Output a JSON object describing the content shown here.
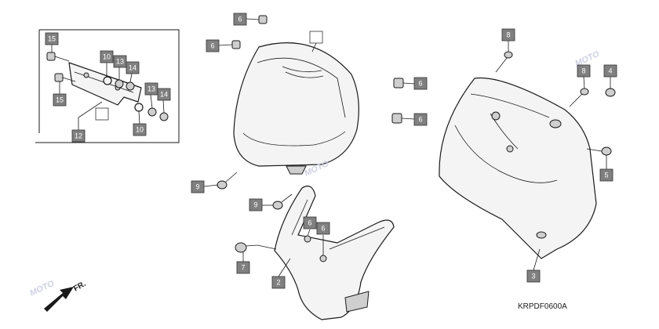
{
  "diagram_code": "KRPDF0600A",
  "direction_label": "FR.",
  "watermark_text": "MOTO",
  "callouts": [
    {
      "id": "c15a",
      "text": "15"
    },
    {
      "id": "c15b",
      "text": "15"
    },
    {
      "id": "c10a",
      "text": "10"
    },
    {
      "id": "c13a",
      "text": "13"
    },
    {
      "id": "c14a",
      "text": "14"
    },
    {
      "id": "c13b",
      "text": "13"
    },
    {
      "id": "c14b",
      "text": "14"
    },
    {
      "id": "c10b",
      "text": "10"
    },
    {
      "id": "c12",
      "text": "12"
    },
    {
      "id": "c6a",
      "text": "6"
    },
    {
      "id": "c6b",
      "text": "6"
    },
    {
      "id": "c9a",
      "text": "9"
    },
    {
      "id": "c9b",
      "text": "9"
    },
    {
      "id": "c6c",
      "text": "6"
    },
    {
      "id": "c6d",
      "text": "6"
    },
    {
      "id": "c6e",
      "text": "6"
    },
    {
      "id": "c6f",
      "text": "6"
    },
    {
      "id": "c7",
      "text": "7"
    },
    {
      "id": "c2",
      "text": "2"
    },
    {
      "id": "c8a",
      "text": "8"
    },
    {
      "id": "c8b",
      "text": "8"
    },
    {
      "id": "c4",
      "text": "4"
    },
    {
      "id": "c5",
      "text": "5"
    },
    {
      "id": "c3",
      "text": "3"
    }
  ],
  "colors": {
    "callout_fill": "#808080",
    "line": "#1a1a1a",
    "watermark": "#c8cbe0"
  }
}
